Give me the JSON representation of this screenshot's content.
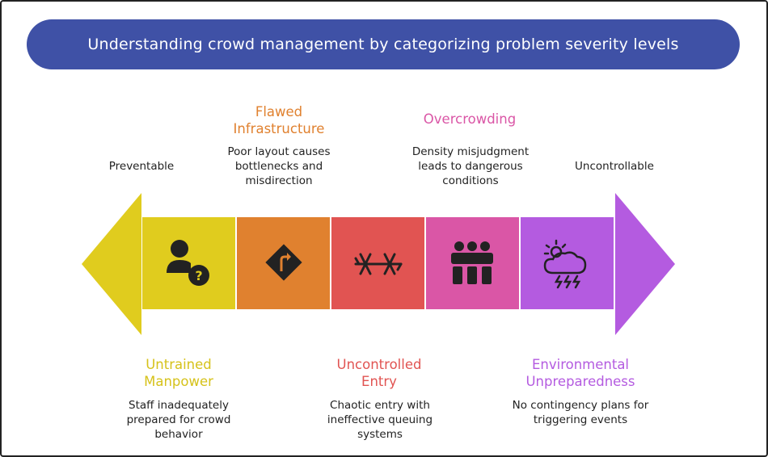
{
  "title": "Understanding crowd management by categorizing problem severity levels",
  "scale": {
    "left_label": "Preventable",
    "right_label": "Uncontrollable"
  },
  "colors": {
    "banner": "#3f51a6",
    "untrained": "#e0cc1e",
    "flawed": "#e0812f",
    "uncontrolled": "#e15452",
    "overcrowding": "#da56a6",
    "environmental": "#b45be0"
  },
  "segments": [
    {
      "title": "Untrained Manpower",
      "description": "Staff inadequately prepared for crowd behavior",
      "icon": "person-question-icon",
      "color": "#e0cc1e"
    },
    {
      "title": "Flawed Infrastructure",
      "description": "Poor layout causes bottlenecks and misdirection",
      "icon": "direction-sign-icon",
      "color": "#e0812f"
    },
    {
      "title": "Uncontrolled Entry",
      "description": "Chaotic entry with ineffective queuing systems",
      "icon": "barbed-wire-icon",
      "color": "#e15452"
    },
    {
      "title": "Overcrowding",
      "description": "Density misjudgment leads to dangerous conditions",
      "icon": "crowd-icon",
      "color": "#da56a6"
    },
    {
      "title": "Environmental Unpreparedness",
      "description": "No contingency plans for triggering events",
      "icon": "storm-cloud-icon",
      "color": "#b45be0"
    }
  ]
}
